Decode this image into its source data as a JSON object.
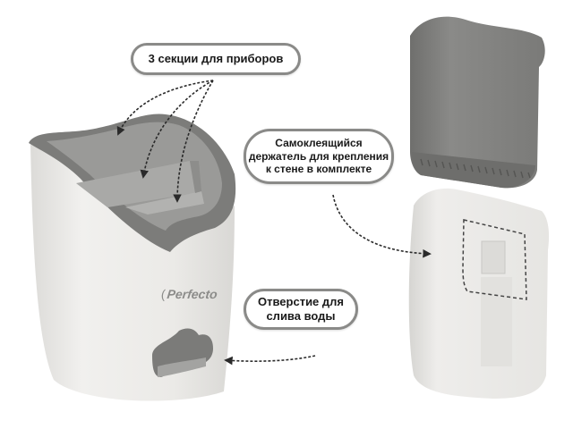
{
  "labels": {
    "sections": "3 секции для приборов",
    "holder": "Самоклеящийся\nдержатель для крепления\nк стене в комплекте",
    "drain": "Отверстие для\nслива воды"
  },
  "brand": {
    "name": "Perfecto",
    "mark": "("
  },
  "colors": {
    "insert_gray": "#7d7d7b",
    "body_white": "#ecebe8",
    "label_border": "#8a8a88",
    "arrow": "#2a2a2a"
  },
  "images": {
    "left": "kitchen-utensil-holder-with-gray-insert",
    "right_top": "gray-removable-insert-with-drain-grid",
    "right_bottom": "back-view-with-wall-mount-holder"
  }
}
